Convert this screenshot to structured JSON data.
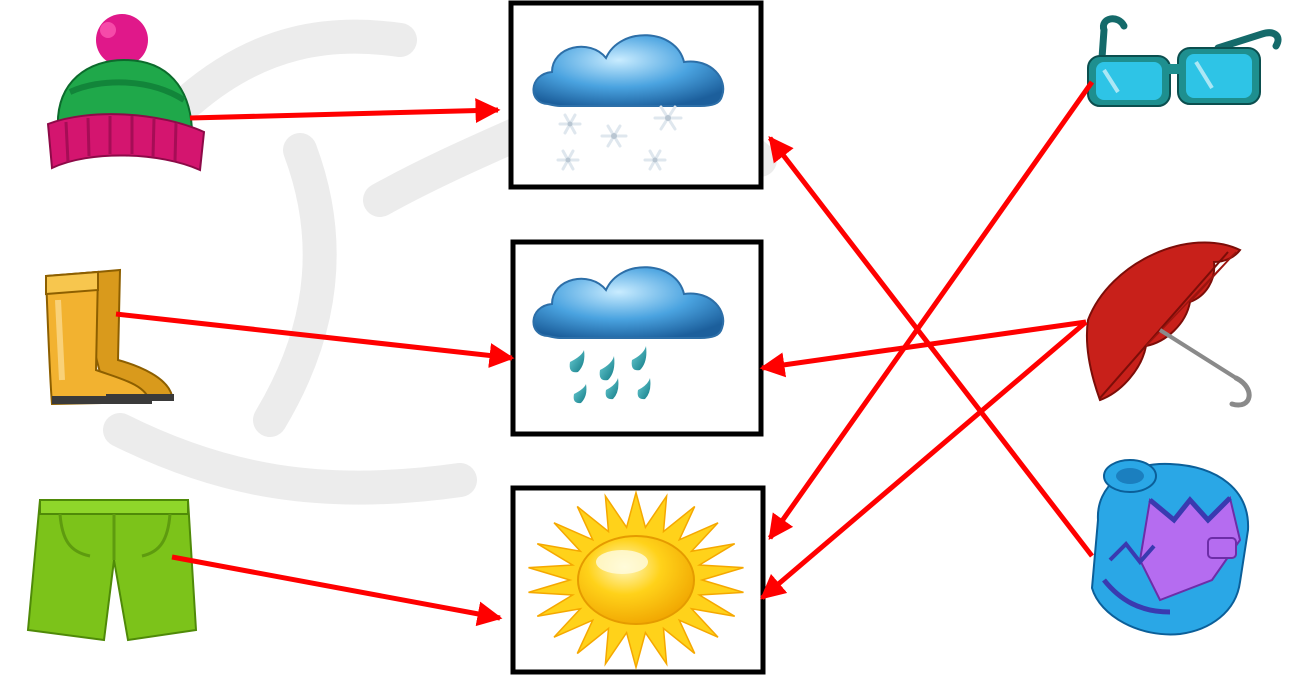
{
  "worksheet": {
    "left_column": [
      {
        "id": "wool-hat",
        "icon": "winter-hat-icon",
        "colors": {
          "body": "#1fa84a",
          "bobble": "#e0188a",
          "brim": "#d4156f"
        }
      },
      {
        "id": "rain-boots",
        "icon": "rain-boots-icon",
        "colors": {
          "body": "#f2b230",
          "shade": "#c98a14"
        }
      },
      {
        "id": "shorts",
        "icon": "shorts-icon",
        "colors": {
          "body": "#7cc31a",
          "shade": "#5e9b0f"
        }
      }
    ],
    "weather_boxes": [
      {
        "id": "snow",
        "icon": "snow-cloud-icon"
      },
      {
        "id": "rain",
        "icon": "rain-cloud-icon"
      },
      {
        "id": "sunny",
        "icon": "sun-icon"
      }
    ],
    "right_column": [
      {
        "id": "sunglasses",
        "icon": "sunglasses-icon",
        "colors": {
          "frame": "#1e8f8f",
          "lens": "#2ec4e6"
        }
      },
      {
        "id": "umbrella",
        "icon": "umbrella-icon",
        "colors": {
          "canopy": "#c8201a",
          "handle": "#8a8a8a"
        }
      },
      {
        "id": "sweater",
        "icon": "sweater-icon",
        "colors": {
          "body": "#2aa7e6",
          "pattern": "#b56cf0",
          "stripe": "#3a3ab0"
        }
      }
    ],
    "matches": [
      {
        "from": "wool-hat",
        "to": "snow"
      },
      {
        "from": "rain-boots",
        "to": "rain"
      },
      {
        "from": "shorts",
        "to": "sunny"
      },
      {
        "from": "sunglasses",
        "to": "sunny"
      },
      {
        "from": "umbrella",
        "to": "rain"
      },
      {
        "from": "umbrella",
        "to": "sunny"
      },
      {
        "from": "sweater",
        "to": "snow"
      }
    ],
    "arrow_color": "#ff0000",
    "box_border_color": "#000000",
    "watermark_color": "#e9e9e9"
  }
}
